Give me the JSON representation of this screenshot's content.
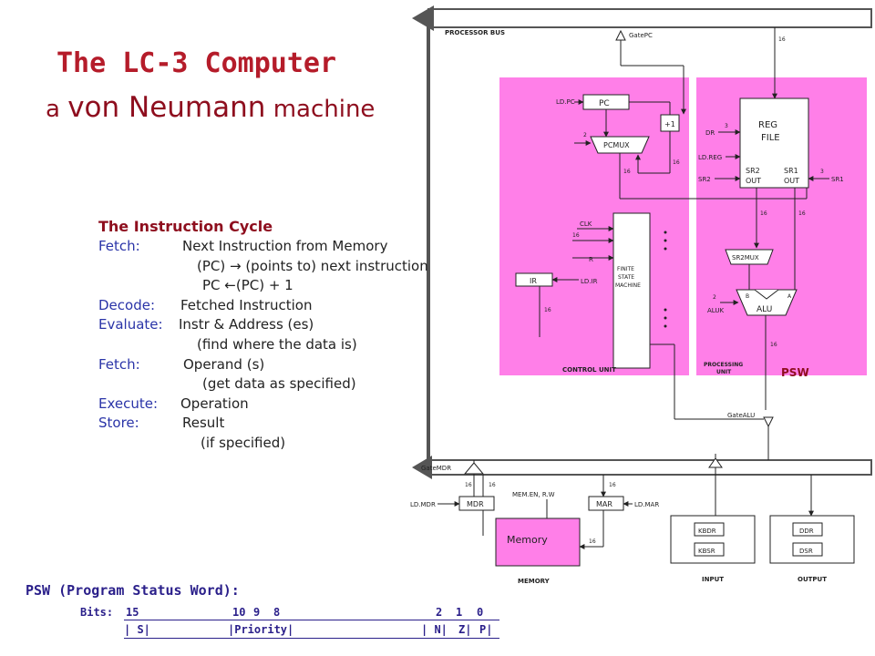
{
  "title": "The LC-3 Computer",
  "subtitle": {
    "a": "a",
    "name": "von Neumann",
    "machine": "machine"
  },
  "cycle": {
    "heading": "The Instruction Cycle",
    "rows": [
      {
        "key": "Fetch:",
        "value": "Next Instruction from Memory"
      },
      {
        "key": "",
        "value": "(PC) → (points to) next instruction"
      },
      {
        "key": "",
        "value": "PC ←(PC) + 1"
      },
      {
        "key": "Decode:",
        "value": "Fetched Instruction"
      },
      {
        "key": "Evaluate:",
        "value": "Instr & Address (es)"
      },
      {
        "key": "",
        "value": "(find where the data is)"
      },
      {
        "key": "Fetch:",
        "value": "Operand (s)"
      },
      {
        "key": "",
        "value": "(get data as specified)"
      },
      {
        "key": "Execute:",
        "value": "Operation"
      },
      {
        "key": "Store:",
        "value": "Result"
      },
      {
        "key": "",
        "value": "(if specified)"
      }
    ]
  },
  "psw": {
    "title": "PSW (Program Status Word):",
    "bits_label": "Bits:",
    "bits": [
      "15",
      "10",
      "9",
      "8",
      "2",
      "1",
      "0"
    ],
    "fields": [
      "| S|",
      "|Priority|",
      "| N|",
      "Z|",
      "P|"
    ]
  },
  "diagram": {
    "processor_bus": "PROCESSOR BUS",
    "gate_pc": "GatePC",
    "ld_pc": "LD.PC",
    "pc": "PC",
    "plus_one": "+1",
    "pcmux": "PCMUX",
    "reg_file": [
      "REG",
      "FILE"
    ],
    "dr": "DR",
    "ld_reg": "LD.REG",
    "sr2": "SR2",
    "sr1": "SR1",
    "sr2_out": [
      "SR2",
      "OUT"
    ],
    "sr1_out": [
      "SR1",
      "OUT"
    ],
    "clk": "CLK",
    "r": "R",
    "ir": "IR",
    "ld_ir": "LD.IR",
    "fsm": [
      "FINITE",
      "STATE",
      "MACHINE"
    ],
    "sr2mux": "SR2MUX",
    "aluk": "ALUK",
    "alu": "ALU",
    "alu_b": "B",
    "alu_a": "A",
    "control_unit": "CONTROL UNIT",
    "processing_unit": [
      "PROCESSING",
      "UNIT"
    ],
    "psw_label": "PSW",
    "gate_alu": "GateALU",
    "gate_mdr": "GateMDR",
    "ld_mdr": "LD.MDR",
    "mdr": "MDR",
    "mem_en": "MEM.EN, R.W",
    "mar": "MAR",
    "ld_mar": "LD.MAR",
    "memory_note": "Memory",
    "memory": "MEMORY",
    "kbdr": "KBDR",
    "kbsr": "KBSR",
    "input": "INPUT",
    "ddr": "DDR",
    "dsr": "DSR",
    "output": "OUTPUT",
    "w16": "16",
    "w2": "2",
    "w3": "3"
  },
  "colors": {
    "control_fill": "#ff7fe8",
    "title": "#b51c2a",
    "label_blue": "#2a34a8"
  }
}
